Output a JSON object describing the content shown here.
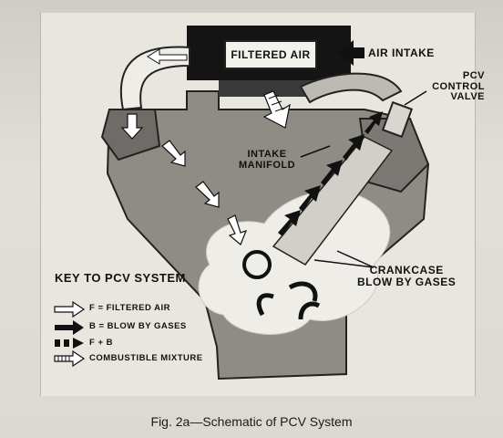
{
  "labels": {
    "filtered_air": "FILTERED AIR",
    "air_intake": "AIR INTAKE",
    "pcv_line1": "PCV",
    "pcv_line2": "CONTROL",
    "pcv_line3": "VALVE",
    "intake_line1": "INTAKE",
    "intake_line2": "MANIFOLD",
    "crankcase_line1": "CRANKCASE",
    "crankcase_line2": "BLOW BY GASES"
  },
  "key": {
    "title": "KEY TO PCV SYSTEM",
    "entries": [
      {
        "symbol": "hollow-arrow-icon",
        "text": "F = FILTERED AIR"
      },
      {
        "symbol": "solid-arrow-icon",
        "text": "B = BLOW BY GASES"
      },
      {
        "symbol": "dashed-arrow-icon",
        "text": "F + B"
      },
      {
        "symbol": "hatched-arrow-icon",
        "text": "COMBUSTIBLE MIXTURE"
      }
    ]
  },
  "caption": "Fig. 2a—Schematic of PCV System",
  "colors": {
    "ink": "#1a1a1a",
    "paper": "#e9e6e0",
    "engine": "#8f8c86",
    "gas_cloud": "#efede8"
  }
}
